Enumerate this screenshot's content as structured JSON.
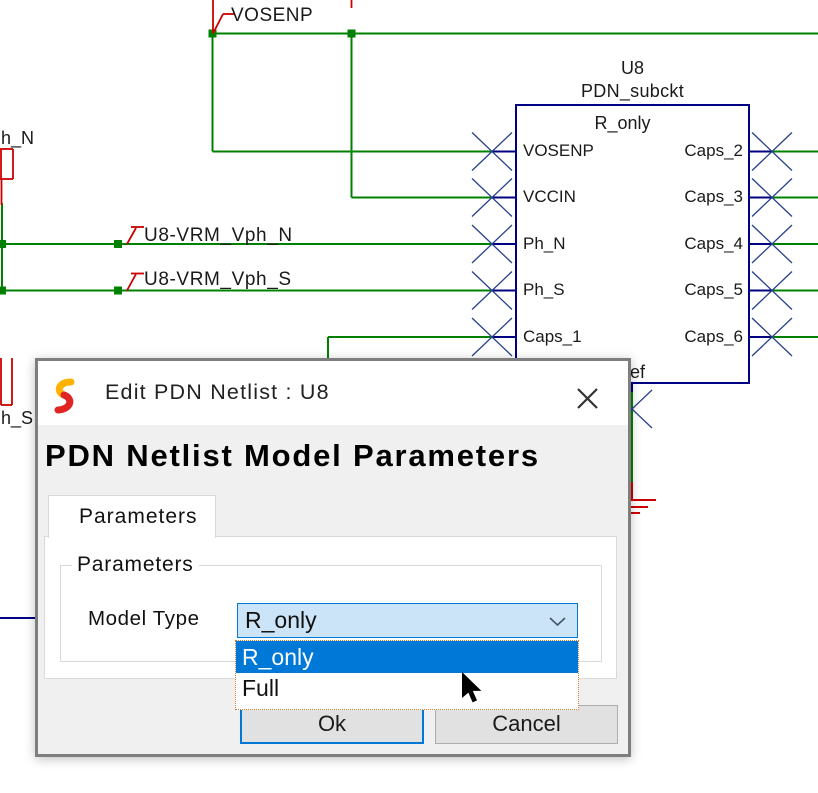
{
  "schematic": {
    "net_labels": {
      "vosenp": "VOSENP",
      "vph_n": "U8-VRM_Vph_N",
      "vph_s": "U8-VRM_Vph_S",
      "edge_top_partial": "h_N",
      "edge_bottom_partial": "h_S",
      "ref_partial": "ef"
    },
    "component": {
      "refdes": "U8",
      "part": "PDN_subckt",
      "model": "R_only",
      "left_pins": [
        "VOSENP",
        "VCCIN",
        "Ph_N",
        "Ph_S",
        "Caps_1"
      ],
      "right_pins": [
        "Caps_2",
        "Caps_3",
        "Caps_4",
        "Caps_5",
        "Caps_6"
      ]
    },
    "colors": {
      "wire": "#008000",
      "flag": "#cc0000",
      "symbol": "#000082"
    }
  },
  "dialog": {
    "title": "Edit PDN Netlist : U8",
    "heading": "PDN Netlist Model Parameters",
    "tab_label": "Parameters",
    "group_label": "Parameters",
    "field_label": "Model Type",
    "combo_value": "R_only",
    "options": [
      "R_only",
      "Full"
    ],
    "selected_option": "R_only",
    "ok_label": "Ok",
    "cancel_label": "Cancel",
    "accent": "#0078d7",
    "combo_fill": "#cce4f7"
  }
}
